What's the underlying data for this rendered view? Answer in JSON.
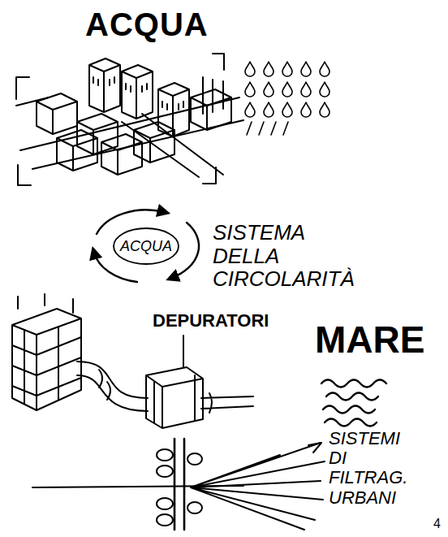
{
  "diagram": {
    "title": "ACQUA",
    "nodes": [
      {
        "text": [
          "ACQUA"
        ]
      }
    ],
    "labels": [
      "SISTEMA DELLA CIRCOLARITÀ",
      "DEPURATORI",
      "MARE",
      "SISTEMI DI FILTRAG. URBANI",
      "4"
    ]
  }
}
